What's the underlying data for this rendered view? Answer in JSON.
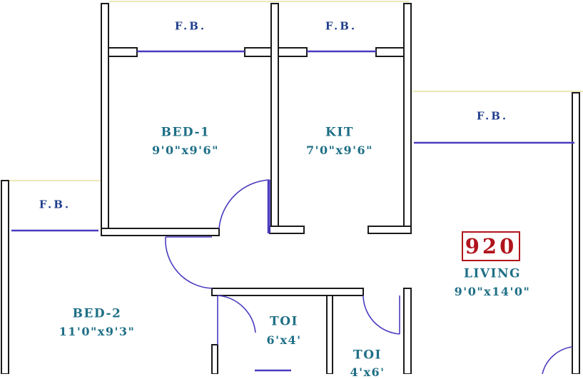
{
  "plan": {
    "area_badge": "920",
    "rooms": {
      "bed1": {
        "name": "BED-1",
        "dims": "9'0\"x9'6\""
      },
      "kit": {
        "name": "KIT",
        "dims": "7'0\"x9'6\""
      },
      "living": {
        "name": "LIVING",
        "dims": "9'0\"x14'0\""
      },
      "bed2": {
        "name": "BED-2",
        "dims": "11'0\"x9'3\""
      },
      "toi1": {
        "name": "TOI",
        "dims": "6'x4'"
      },
      "toi2": {
        "name": "TOI",
        "dims": "4'x6'"
      }
    },
    "balconies": {
      "fb_bed1": "F.B.",
      "fb_kit": "F.B.",
      "fb_living": "F.B.",
      "fb_bed2": "F.B."
    }
  },
  "colors": {
    "wall_outline": "#1a1a1a",
    "window": "#4a3cc0",
    "room_text": "#1e6f86",
    "balcony_text": "#203f8c",
    "badge": "#b0141c",
    "balcony_edge": "#d8d070"
  }
}
